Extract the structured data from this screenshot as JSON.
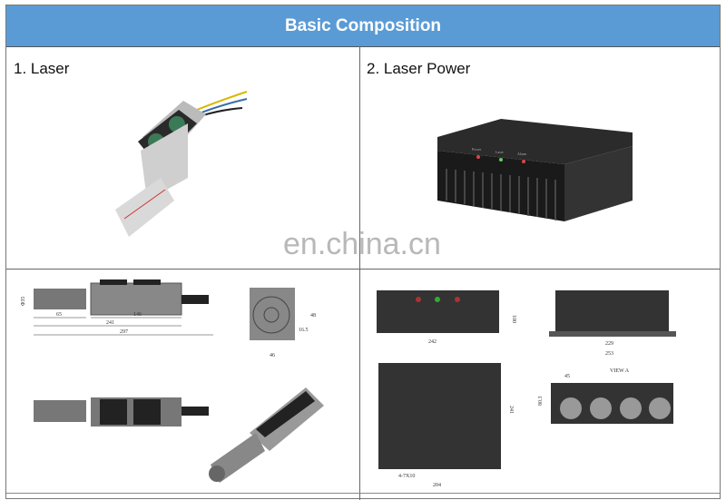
{
  "header": {
    "title": "Basic Composition"
  },
  "cells": [
    {
      "caption": "1. Laser"
    },
    {
      "caption": "2. Laser Power",
      "panel_labels": [
        "Power",
        "Laser",
        "Alarm"
      ]
    }
  ],
  "watermark": "en.china.cn",
  "laser_drawing": {
    "dims": [
      "Φ35",
      "65",
      "146",
      "241",
      "297",
      "48",
      "16.5",
      "46"
    ]
  },
  "power_drawing": {
    "dims": [
      "242",
      "100",
      "229",
      "253",
      "241",
      "4-7X10",
      "204",
      "45",
      "80.3",
      "VIEW A"
    ]
  }
}
